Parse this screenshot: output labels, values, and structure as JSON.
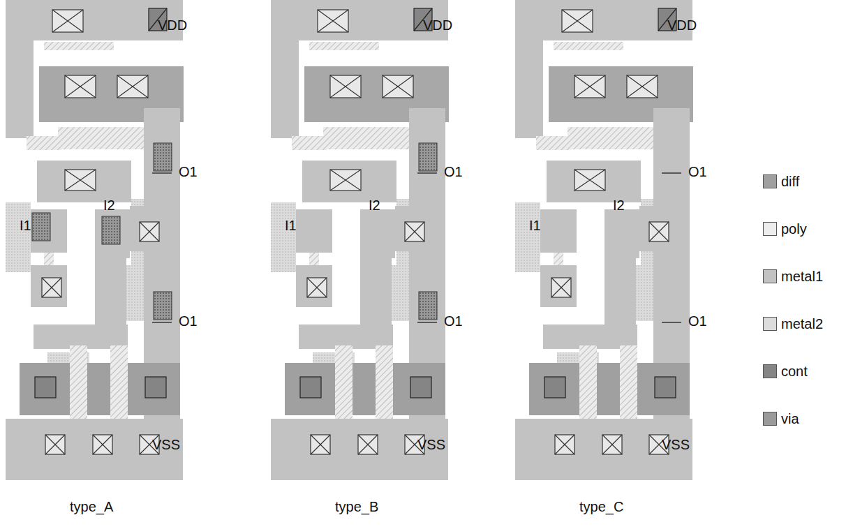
{
  "diagram": {
    "labels": [
      "VDD",
      "O1",
      "I1",
      "I2",
      "O1",
      "VSS",
      "type_A",
      "VDD",
      "O1",
      "I1",
      "I2",
      "O1",
      "VSS",
      "type_B",
      "VDD",
      "O1",
      "I1",
      "I2",
      "O1",
      "VSS",
      "type_C"
    ],
    "legend": [
      {
        "text": "diff",
        "color": "#a0a0a0"
      },
      {
        "text": "poly",
        "color": "#ededed"
      },
      {
        "text": "metal1",
        "color": "#c2c2c2"
      },
      {
        "text": "metal2",
        "color": "#dcdcdc"
      },
      {
        "text": "cont",
        "color": "#858585"
      },
      {
        "text": "via",
        "color": "#9a9a9a"
      }
    ]
  }
}
